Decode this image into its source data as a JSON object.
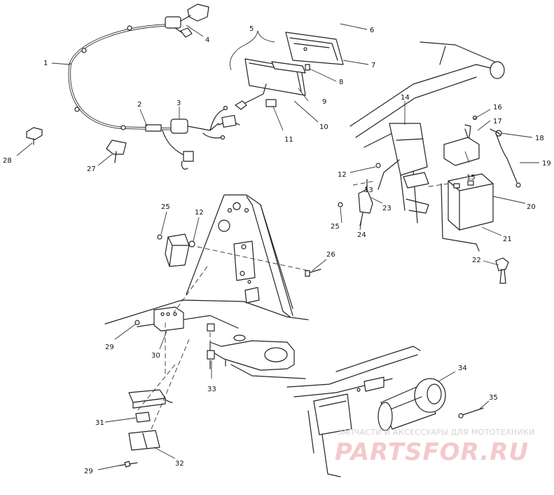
{
  "callouts": {
    "c1": "1",
    "c2": "2",
    "c3": "3",
    "c4": "4",
    "c5": "5",
    "c6": "6",
    "c7": "7",
    "c8": "8",
    "c9": "9",
    "c10": "10",
    "c11": "11",
    "c12a": "12",
    "c12b": "12",
    "c13": "13",
    "c14": "14",
    "c15": "15",
    "c16": "16",
    "c17": "17",
    "c18": "18",
    "c19": "19",
    "c20": "20",
    "c21": "21",
    "c22": "22",
    "c23": "23",
    "c24": "24",
    "c25a": "25",
    "c25b": "25",
    "c26": "26",
    "c27": "27",
    "c28": "28",
    "c29a": "29",
    "c29b": "29",
    "c30": "30",
    "c31": "31",
    "c32": "32",
    "c33": "33",
    "c34": "34",
    "c35": "35"
  },
  "watermark": {
    "caption": "ЗАПЧАСТИ И АКСЕССУАРЫ ДЛЯ МОТОТЕХНИКИ",
    "brand": "PARTSFOR.RU",
    "color": "#f4c9cc"
  }
}
